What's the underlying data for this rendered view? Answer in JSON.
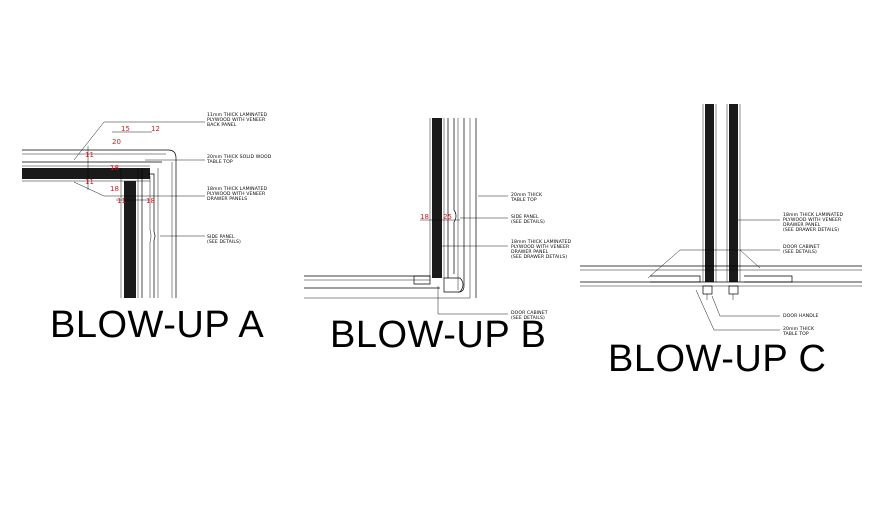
{
  "blowup_a": {
    "title": "BLOW-UP A",
    "notes": [
      [
        "11mm THICK LAMINATED",
        "PLYWOOD WITH VENEER",
        "BACK PANEL"
      ],
      [
        "20mm THICK SOLID WOOD",
        "TABLE TOP"
      ],
      [
        "18mm THICK LAMINATED",
        "PLYWOOD WITH VENEER",
        "DRAWER PANELS"
      ],
      [
        "SIDE PANEL",
        "(SEE DETAILS)"
      ]
    ],
    "dims": [
      "15",
      "12",
      "20",
      "11",
      "18",
      "11",
      "18",
      "11",
      "18"
    ]
  },
  "blowup_b": {
    "title": "BLOW-UP B",
    "notes": [
      [
        "20mm THICK",
        "TABLE TOP"
      ],
      [
        "SIDE PANEL",
        "(SEE DETAILS)"
      ],
      [
        "18mm THICK LAMINATED",
        "PLYWOOD WITH VENEER",
        "DRAWER PANEL",
        "(SEE DRAWER DETAILS)"
      ],
      [
        "DOOR CABINET",
        "(SEE DETAILS)"
      ]
    ],
    "dims": [
      "18",
      "25"
    ]
  },
  "blowup_c": {
    "title": "BLOW-UP C",
    "notes": [
      [
        "18mm THICK LAMINATED",
        "PLYWOOD WITH VENEER",
        "DRAWER PANEL",
        "(SEE DRAWER DETAILS)"
      ],
      [
        "DOOR CABINET",
        "(SEE DETAILS)"
      ],
      [
        "DOOR HANDLE"
      ],
      [
        "20mm THICK",
        "TABLE TOP"
      ]
    ]
  },
  "colors": {
    "line": "#000000",
    "dimension": "#e0141e",
    "background": "#ffffff"
  }
}
